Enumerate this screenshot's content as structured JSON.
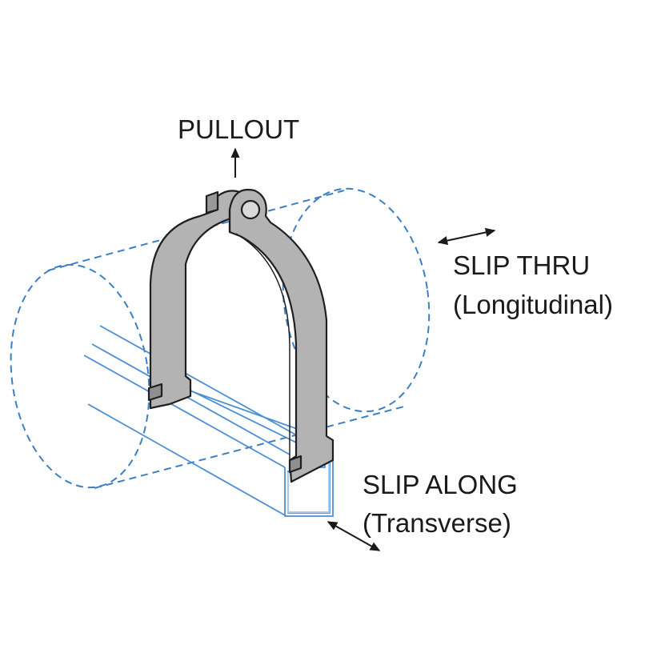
{
  "labels": {
    "pullout": "PULLOUT",
    "slip_thru_line1": "SLIP THRU",
    "slip_thru_line2": "(Longitudinal)",
    "slip_along_line1": "SLIP ALONG",
    "slip_along_line2": "(Transverse)"
  },
  "colors": {
    "pipe_outline": "#3d7fc4",
    "channel": "#4a8fd6",
    "channel_inner": "#a9c9ee",
    "clamp_fill": "#b3b3b3",
    "clamp_edge": "#1f1f1f",
    "arrow": "#1a1a1a"
  }
}
